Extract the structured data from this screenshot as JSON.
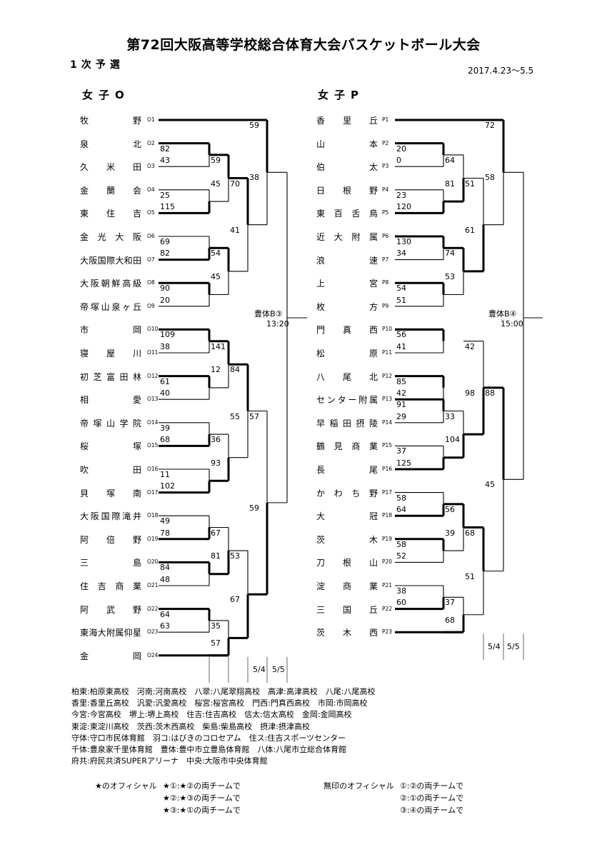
{
  "title": "第72回大阪高等学校総合体育大会バスケットボール大会",
  "stage": "1次予選",
  "date": "2017.4.23〜5.5",
  "left": {
    "header": "女子O",
    "teams": [
      {
        "name": "牧野",
        "code": "O1"
      },
      {
        "name": "泉北",
        "code": "O2"
      },
      {
        "name": "久米田",
        "code": "O3"
      },
      {
        "name": "金蘭会",
        "code": "O4"
      },
      {
        "name": "東住吉",
        "code": "O5"
      },
      {
        "name": "金光大阪",
        "code": "O6"
      },
      {
        "name": "大阪国際大和田",
        "code": "O7"
      },
      {
        "name": "大阪朝鮮高級",
        "code": "O8"
      },
      {
        "name": "帝塚山泉ヶ丘",
        "code": "O9"
      },
      {
        "name": "市岡",
        "code": "O10"
      },
      {
        "name": "寝屋川",
        "code": "O11"
      },
      {
        "name": "初芝富田林",
        "code": "O12"
      },
      {
        "name": "相愛",
        "code": "O13"
      },
      {
        "name": "帝塚山学院",
        "code": "O14"
      },
      {
        "name": "桜塚",
        "code": "O15"
      },
      {
        "name": "吹田",
        "code": "O16"
      },
      {
        "name": "貝塚南",
        "code": "O17"
      },
      {
        "name": "大阪国際滝井",
        "code": "O18"
      },
      {
        "name": "阿倍野",
        "code": "O19"
      },
      {
        "name": "三島",
        "code": "O20"
      },
      {
        "name": "住吉商業",
        "code": "O21"
      },
      {
        "name": "阿武野",
        "code": "O22"
      },
      {
        "name": "東海大附属仰星",
        "code": "O23"
      },
      {
        "name": "金岡",
        "code": "O24"
      }
    ],
    "venue": "豊体B③",
    "time": "13:20",
    "dates": [
      "5/4",
      "5/5"
    ]
  },
  "right": {
    "header": "女子P",
    "teams": [
      {
        "name": "香里丘",
        "code": "P1"
      },
      {
        "name": "山本",
        "code": "P2"
      },
      {
        "name": "伯太",
        "code": "P3"
      },
      {
        "name": "日根野",
        "code": "P4"
      },
      {
        "name": "東百舌鳥",
        "code": "P5"
      },
      {
        "name": "近大附属",
        "code": "P6"
      },
      {
        "name": "浪速",
        "code": "P7"
      },
      {
        "name": "上宮",
        "code": "P8"
      },
      {
        "name": "枚方",
        "code": "P9"
      },
      {
        "name": "門真西",
        "code": "P10"
      },
      {
        "name": "松原",
        "code": "P11"
      },
      {
        "name": "八尾北",
        "code": "P12"
      },
      {
        "name": "センター附属",
        "code": "P13"
      },
      {
        "name": "早稲田摂陵",
        "code": "P14"
      },
      {
        "name": "鶴見商業",
        "code": "P15"
      },
      {
        "name": "長尾",
        "code": "P16"
      },
      {
        "name": "かわち野",
        "code": "P17"
      },
      {
        "name": "大冠",
        "code": "P18"
      },
      {
        "name": "茨木",
        "code": "P19"
      },
      {
        "name": "刀根山",
        "code": "P20"
      },
      {
        "name": "淀商業",
        "code": "P21"
      },
      {
        "name": "三国丘",
        "code": "P22"
      },
      {
        "name": "茨木西",
        "code": "P23"
      }
    ],
    "venue": "豊体B④",
    "time": "15:00",
    "dates": [
      "5/4",
      "5/5"
    ]
  },
  "scores_left": [
    {
      "a": "82",
      "b": "43"
    },
    {
      "a": "25",
      "b": "115"
    },
    {
      "a": "59",
      "b": "45"
    },
    {
      "a": "69",
      "b": "82"
    },
    {
      "a": "90",
      "b": "20"
    },
    {
      "a": "54",
      "b": "45"
    },
    {
      "a": "70",
      "b": "41"
    },
    {
      "a": "59",
      "b": "38"
    },
    {
      "a": "109",
      "b": "38"
    },
    {
      "a": "61",
      "b": "40"
    },
    {
      "a": "141",
      "b": "12"
    },
    {
      "a": "39",
      "b": "68"
    },
    {
      "a": "11",
      "b": "102"
    },
    {
      "a": "36",
      "b": "93"
    },
    {
      "a": "84",
      "b": "55"
    },
    {
      "a": "49",
      "b": "78"
    },
    {
      "a": "84",
      "b": "48"
    },
    {
      "a": "67",
      "b": "81"
    },
    {
      "a": "64",
      "b": "63"
    },
    {
      "a": "35",
      "b": "57"
    },
    {
      "a": "53",
      "b": "67"
    },
    {
      "a": "57",
      "b": "59"
    }
  ],
  "scores_right": [
    {
      "a": "20",
      "b": "0"
    },
    {
      "a": "23",
      "b": "120"
    },
    {
      "a": "64",
      "b": "81"
    },
    {
      "a": "130",
      "b": "34"
    },
    {
      "a": "54",
      "b": "51"
    },
    {
      "a": "74",
      "b": "53"
    },
    {
      "a": "51",
      "b": "61"
    },
    {
      "a": "72",
      "b": "58"
    },
    {
      "a": "56",
      "b": "41"
    },
    {
      "a": "85",
      "b": "42"
    },
    {
      "a": "91",
      "b": "29"
    },
    {
      "a": "37",
      "b": "125"
    },
    {
      "a": "33",
      "b": "104"
    },
    {
      "a": "42",
      "b": "98"
    },
    {
      "a": "58",
      "b": "64"
    },
    {
      "a": "58",
      "b": "52"
    },
    {
      "a": "56",
      "b": "39"
    },
    {
      "a": "38",
      "b": "60"
    },
    {
      "a": "37",
      "b": "68"
    },
    {
      "a": "68",
      "b": "51"
    },
    {
      "a": "88",
      "b": "45"
    }
  ],
  "legend": [
    "柏東:柏原東高校　河南:河南高校　八翠:八尾翠翔高校　高津:高津高校　八尾:八尾高校",
    "香里:香里丘高校　汎愛:汎愛高校　桜宮:桜宮高校　門西:門真西高校　市岡:市岡高校",
    "今宮:今宮高校　堺上:堺上高校　住吉:住吉高校　信太:信太高校　金岡:金岡高校",
    "東淀:東淀川高校　茨西:茨木西高校　柴島:柴島高校　摂津:摂津高校",
    "守体:守口市民体育館　羽コ:はびきのコロセアム　住ス:住吉スポーツセンター",
    "千体:豊泉家千里体育館　豊体:豊中市立豊島体育館　八体:八尾市立総合体育館",
    "府共:府民共済SUPERアリーナ　中央:大阪市中央体育館"
  ],
  "officials": {
    "star_title": "★のオフィシャル",
    "star_rules": [
      "★①:★②の両チームで",
      "★②:★③の両チームで",
      "★③:★①の両チームで"
    ],
    "plain_title": "無印のオフィシャル",
    "plain_rules": [
      "①:②の両チームで",
      "②:①の両チームで",
      "③:④の両チームで"
    ]
  }
}
